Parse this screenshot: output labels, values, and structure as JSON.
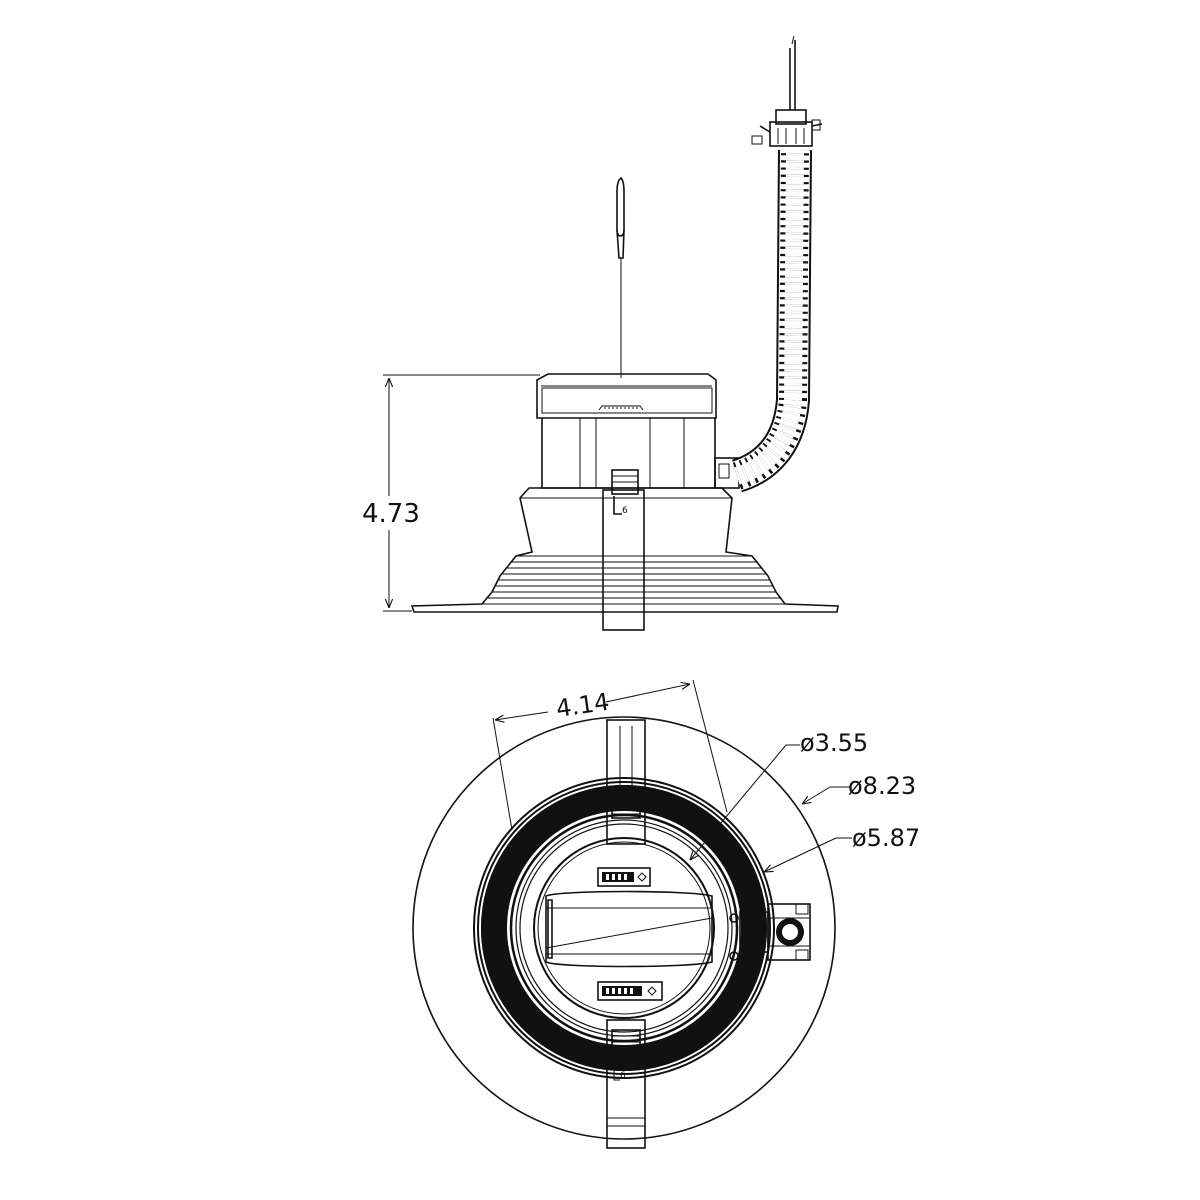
{
  "drawing": {
    "side_view": {
      "height_dimension": "4.73",
      "clip_marking": "6"
    },
    "bottom_view": {
      "width_dimension": "4.14",
      "diameter_lens": "ø3.55",
      "diameter_trim": "ø8.23",
      "diameter_cutout": "ø5.87",
      "clip_marking": "6"
    }
  }
}
